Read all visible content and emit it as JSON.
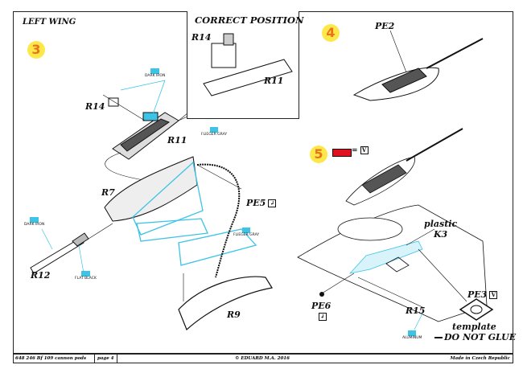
{
  "section_title": "LEFT WING",
  "inset_title": "CORRECT POSITION",
  "steps": [
    "3",
    "4",
    "5"
  ],
  "parts": {
    "inset_r14": "R14",
    "inset_r11": "R11",
    "pe2": "PE2",
    "r14": "R14",
    "r11": "R11",
    "r7": "R7",
    "pe5": "PE5",
    "r12": "R12",
    "r9": "R9",
    "plastic": "plastic",
    "k3": "K3",
    "pe3": "PE3",
    "pe6": "PE6",
    "r15": "R15"
  },
  "paint_callouts": [
    {
      "name": "DARK IRON"
    },
    {
      "name": "FLIEGER GRAY"
    },
    {
      "name": "DARK IRON"
    },
    {
      "name": "FLAT BLACK"
    },
    {
      "name": "FLIEGER GRAY"
    },
    {
      "name": "ALUMINUM"
    }
  ],
  "symbols": {
    "bend_mark": "↲",
    "v_mark": "V",
    "equals": "="
  },
  "template_label": "template",
  "do_not_glue": "DO NOT GLUE",
  "colors": {
    "accent_blue": "#3cc3e6",
    "step_yellow": "#fde84a",
    "step_orange": "#e8731c",
    "pe_red": "#e01020"
  },
  "footer": {
    "product": "648 246  Bf 109 cannon pods",
    "page": "page 4",
    "copyright": "© EDUARD  M.A. 2016",
    "made_in": "Made in Czech Republic"
  }
}
